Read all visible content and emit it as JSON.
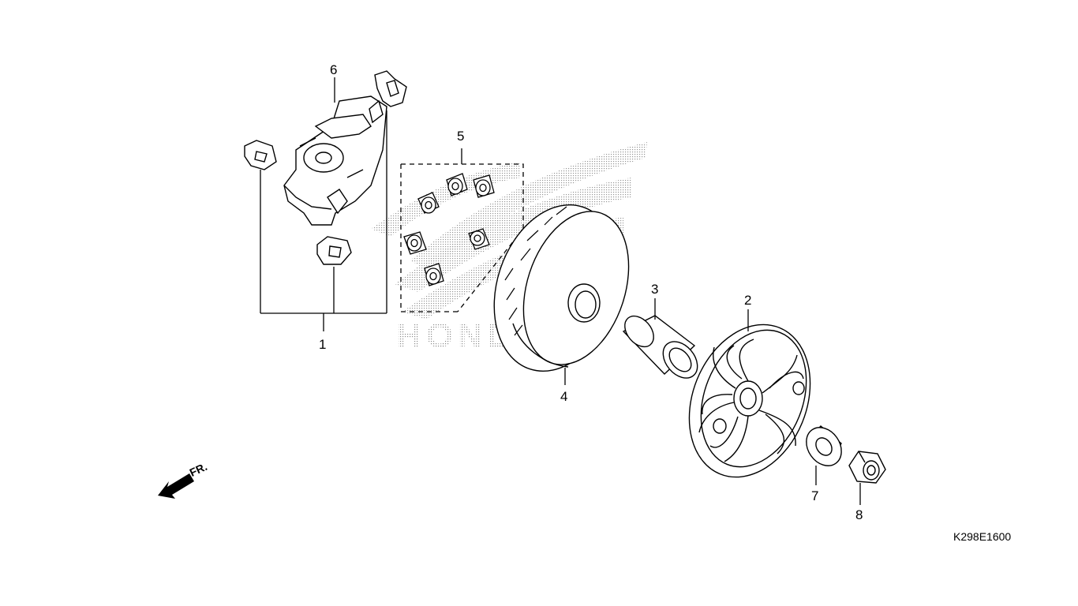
{
  "callouts": [
    {
      "id": "1",
      "text": "1"
    },
    {
      "id": "2",
      "text": "2"
    },
    {
      "id": "3",
      "text": "3"
    },
    {
      "id": "4",
      "text": "4"
    },
    {
      "id": "5",
      "text": "5"
    },
    {
      "id": "6",
      "text": "6"
    },
    {
      "id": "7",
      "text": "7"
    },
    {
      "id": "8",
      "text": "8"
    }
  ],
  "direction_marker": {
    "text": "FR."
  },
  "watermark": {
    "text": "HONDA"
  },
  "drawing_code": "K298E1600",
  "colors": {
    "line": "#000000",
    "background": "#ffffff",
    "watermark": "#b8b8b8"
  }
}
